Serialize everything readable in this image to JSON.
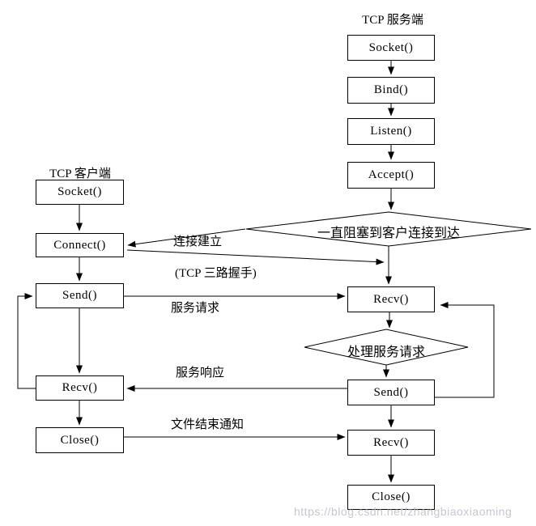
{
  "client": {
    "title": "TCP 客户端",
    "socket": "Socket()",
    "connect": "Connect()",
    "send": "Send()",
    "recv": "Recv()",
    "close": "Close()"
  },
  "server": {
    "title": "TCP 服务端",
    "socket": "Socket()",
    "bind": "Bind()",
    "listen": "Listen()",
    "accept": "Accept()",
    "block_decision": "一直阻塞到客户连接到达",
    "recv1": "Recv()",
    "process_decision": "处理服务请求",
    "send": "Send()",
    "recv2": "Recv()",
    "close": "Close()"
  },
  "labels": {
    "connection_established": "连接建立",
    "three_way_handshake": "(TCP 三路握手)",
    "service_request": "服务请求",
    "service_response": "服务响应",
    "eof_notice": "文件结束通知"
  },
  "watermark": "https://blog.csdn.net/zhangbiaoxiaoming",
  "colors": {
    "line": "#000000",
    "background": "#ffffff",
    "watermark": "#c7c7d0"
  }
}
